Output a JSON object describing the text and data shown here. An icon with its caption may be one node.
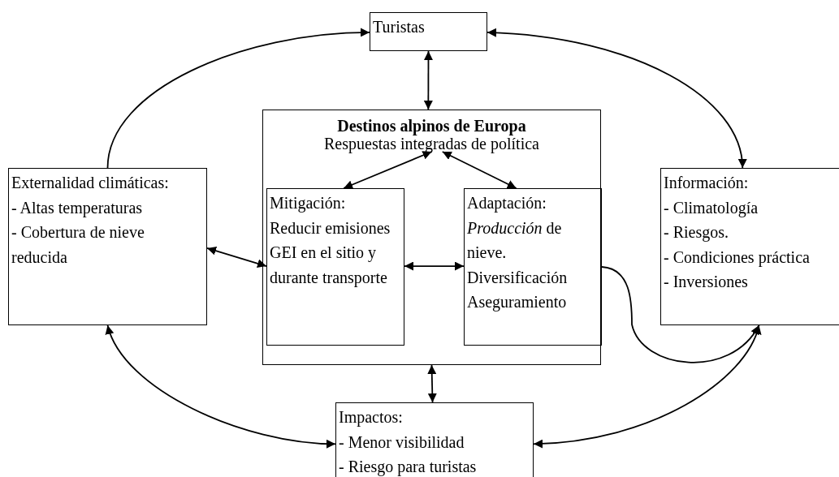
{
  "diagram": {
    "nodes": [
      {
        "text": [
          "Turistas"
        ]
      },
      {
        "text": [
          "Externalidad climáticas:",
          "- Altas temperaturas",
          "- Cobertura de nieve reducida"
        ]
      },
      {
        "text": [
          "Destinos alpinos de Europa",
          "Respuestas integradas de política"
        ]
      },
      {
        "text": [
          "Mitigación:",
          "Reducir emisiones GEI en el sitio y durante transporte"
        ],
        "in": 2
      },
      {
        "text": [
          "Adaptación:",
          "*Producción* de nieve.",
          "Diversificación",
          "Aseguramiento"
        ],
        "in": 2
      },
      {
        "text": [
          "Información:",
          "- Climatología",
          "- Riesgos.",
          "- Condiciones práctica",
          "- Inversiones"
        ]
      },
      {
        "text": [
          "Impactos:",
          "- Menor visibilidad",
          "- Riesgo para turistas"
        ]
      }
    ],
    "edges": [
      {
        "from": 1,
        "to": 0,
        "arrow": "to"
      },
      {
        "from": 0,
        "to": 5,
        "arrow": "both"
      },
      {
        "from": 0,
        "to": 2,
        "arrow": "both"
      },
      {
        "from": 3,
        "to": 2,
        "arrow": "both"
      },
      {
        "from": 4,
        "to": 2,
        "arrow": "both"
      },
      {
        "from": 1,
        "to": 3,
        "arrow": "both"
      },
      {
        "from": 3,
        "to": 4,
        "arrow": "both"
      },
      {
        "from": 4,
        "to": 5,
        "arrow": "to"
      },
      {
        "from": 2,
        "to": 6,
        "arrow": "both"
      },
      {
        "from": 1,
        "to": 6,
        "arrow": "both"
      },
      {
        "from": 6,
        "to": 5,
        "arrow": "both"
      }
    ]
  }
}
